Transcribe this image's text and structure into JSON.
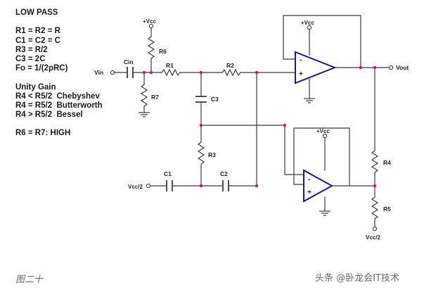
{
  "notes": {
    "title": "LOW PASS",
    "equations": [
      "R1 = R2 = R",
      "C1 = C2 = C",
      "R3 = R/2",
      "C3 = 2C",
      "Fo = 1/(2pRC)"
    ],
    "gain_title": "Unity Gain",
    "gain_rules": [
      "R4 < R5/2  Chebyshev",
      "R4 = R5/2  Butterworth",
      "R4 > R5/2  Bessel"
    ],
    "high_note": "R6 = R7: HIGH"
  },
  "schematic": {
    "labels": {
      "vcc_r6": "+Vcc",
      "vcc_op1": "+Vcc",
      "vcc_op2": "+Vcc",
      "vin": "Vin",
      "cin": "Cin",
      "r6": "R6",
      "r7": "R7",
      "r1": "R1",
      "r2": "R2",
      "r3": "R3",
      "r4": "R4",
      "r5": "R5",
      "c1": "C1",
      "c2": "C2",
      "c3": "C3",
      "vcc2_left": "Vcc/2",
      "vcc2_right": "Vcc/2",
      "vout": "Vout"
    },
    "signs": {
      "minus": "-",
      "plus": "+"
    },
    "colors": {
      "wire": "#3c3c3c",
      "node": "#c0187a",
      "opamp_fill": "#ffffff",
      "opamp_stroke": "#1a1a8a",
      "ground": "#3c3c3c"
    }
  },
  "caption": "图二十",
  "watermark": "头条 @卧龙会IT技术"
}
